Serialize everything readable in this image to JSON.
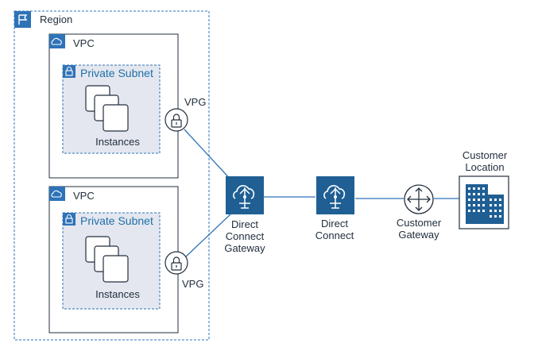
{
  "region": {
    "label": "Region",
    "icon": "flag-icon"
  },
  "vpcs": [
    {
      "label": "VPC",
      "icon": "cloud-icon",
      "subnet": {
        "label": "Private Subnet",
        "icon": "lock-icon"
      },
      "instances_label": "Instances",
      "vpg_label": "VPG"
    },
    {
      "label": "VPC",
      "icon": "cloud-icon",
      "subnet": {
        "label": "Private Subnet",
        "icon": "lock-icon"
      },
      "instances_label": "Instances",
      "vpg_label": "VPG"
    }
  ],
  "dx_gateway": {
    "lines": [
      "Direct",
      "Connect",
      "Gateway"
    ],
    "icon": "direct-connect-icon"
  },
  "dx": {
    "lines": [
      "Direct",
      "Connect"
    ],
    "icon": "direct-connect-icon"
  },
  "customer_gateway": {
    "lines": [
      "Customer",
      "Gateway"
    ],
    "icon": "router-icon"
  },
  "customer_location": {
    "lines": [
      "Customer",
      "Location"
    ],
    "icon": "building-icon"
  },
  "colors": {
    "aws_blue": "#2e73b8",
    "icon_fill": "#1f5f94",
    "subnet_fill": "#e4e7ef",
    "line": "#2e73b8",
    "text": "#232f3e"
  }
}
